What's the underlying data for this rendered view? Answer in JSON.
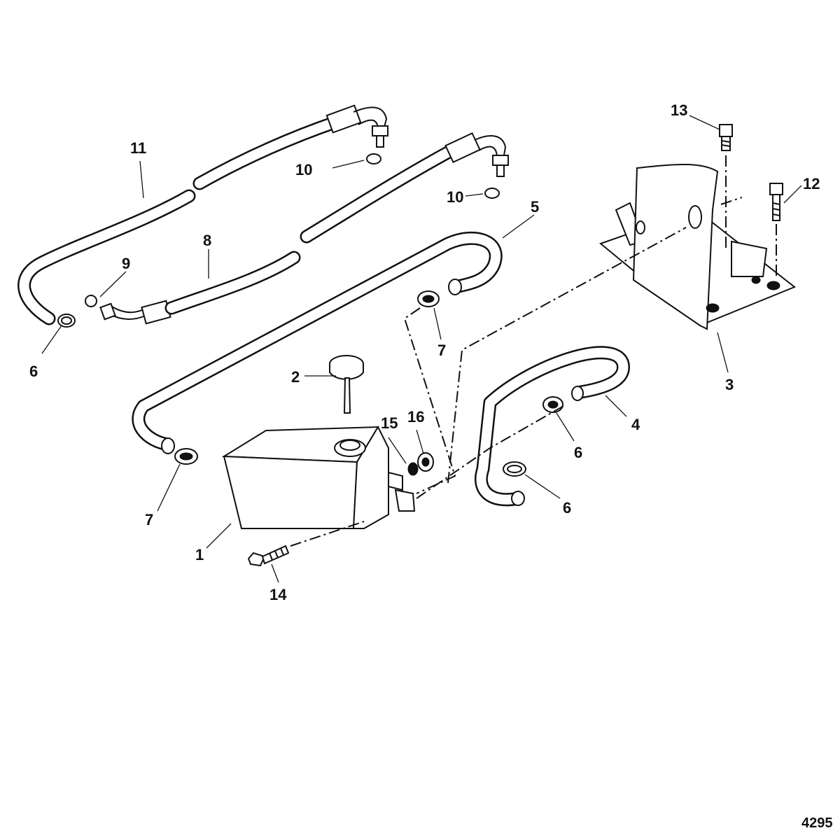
{
  "figure": {
    "number": "4295"
  },
  "callouts": [
    {
      "id": "c1",
      "text": "1"
    },
    {
      "id": "c2",
      "text": "2"
    },
    {
      "id": "c3",
      "text": "3"
    },
    {
      "id": "c4",
      "text": "4"
    },
    {
      "id": "c5",
      "text": "5"
    },
    {
      "id": "c6a",
      "text": "6"
    },
    {
      "id": "c6b",
      "text": "6"
    },
    {
      "id": "c6c",
      "text": "6"
    },
    {
      "id": "c7a",
      "text": "7"
    },
    {
      "id": "c7b",
      "text": "7"
    },
    {
      "id": "c8",
      "text": "8"
    },
    {
      "id": "c9",
      "text": "9"
    },
    {
      "id": "c10a",
      "text": "10"
    },
    {
      "id": "c10b",
      "text": "10"
    },
    {
      "id": "c11",
      "text": "11"
    },
    {
      "id": "c12",
      "text": "12"
    },
    {
      "id": "c13",
      "text": "13"
    },
    {
      "id": "c14",
      "text": "14"
    },
    {
      "id": "c15",
      "text": "15"
    },
    {
      "id": "c16",
      "text": "16"
    }
  ]
}
